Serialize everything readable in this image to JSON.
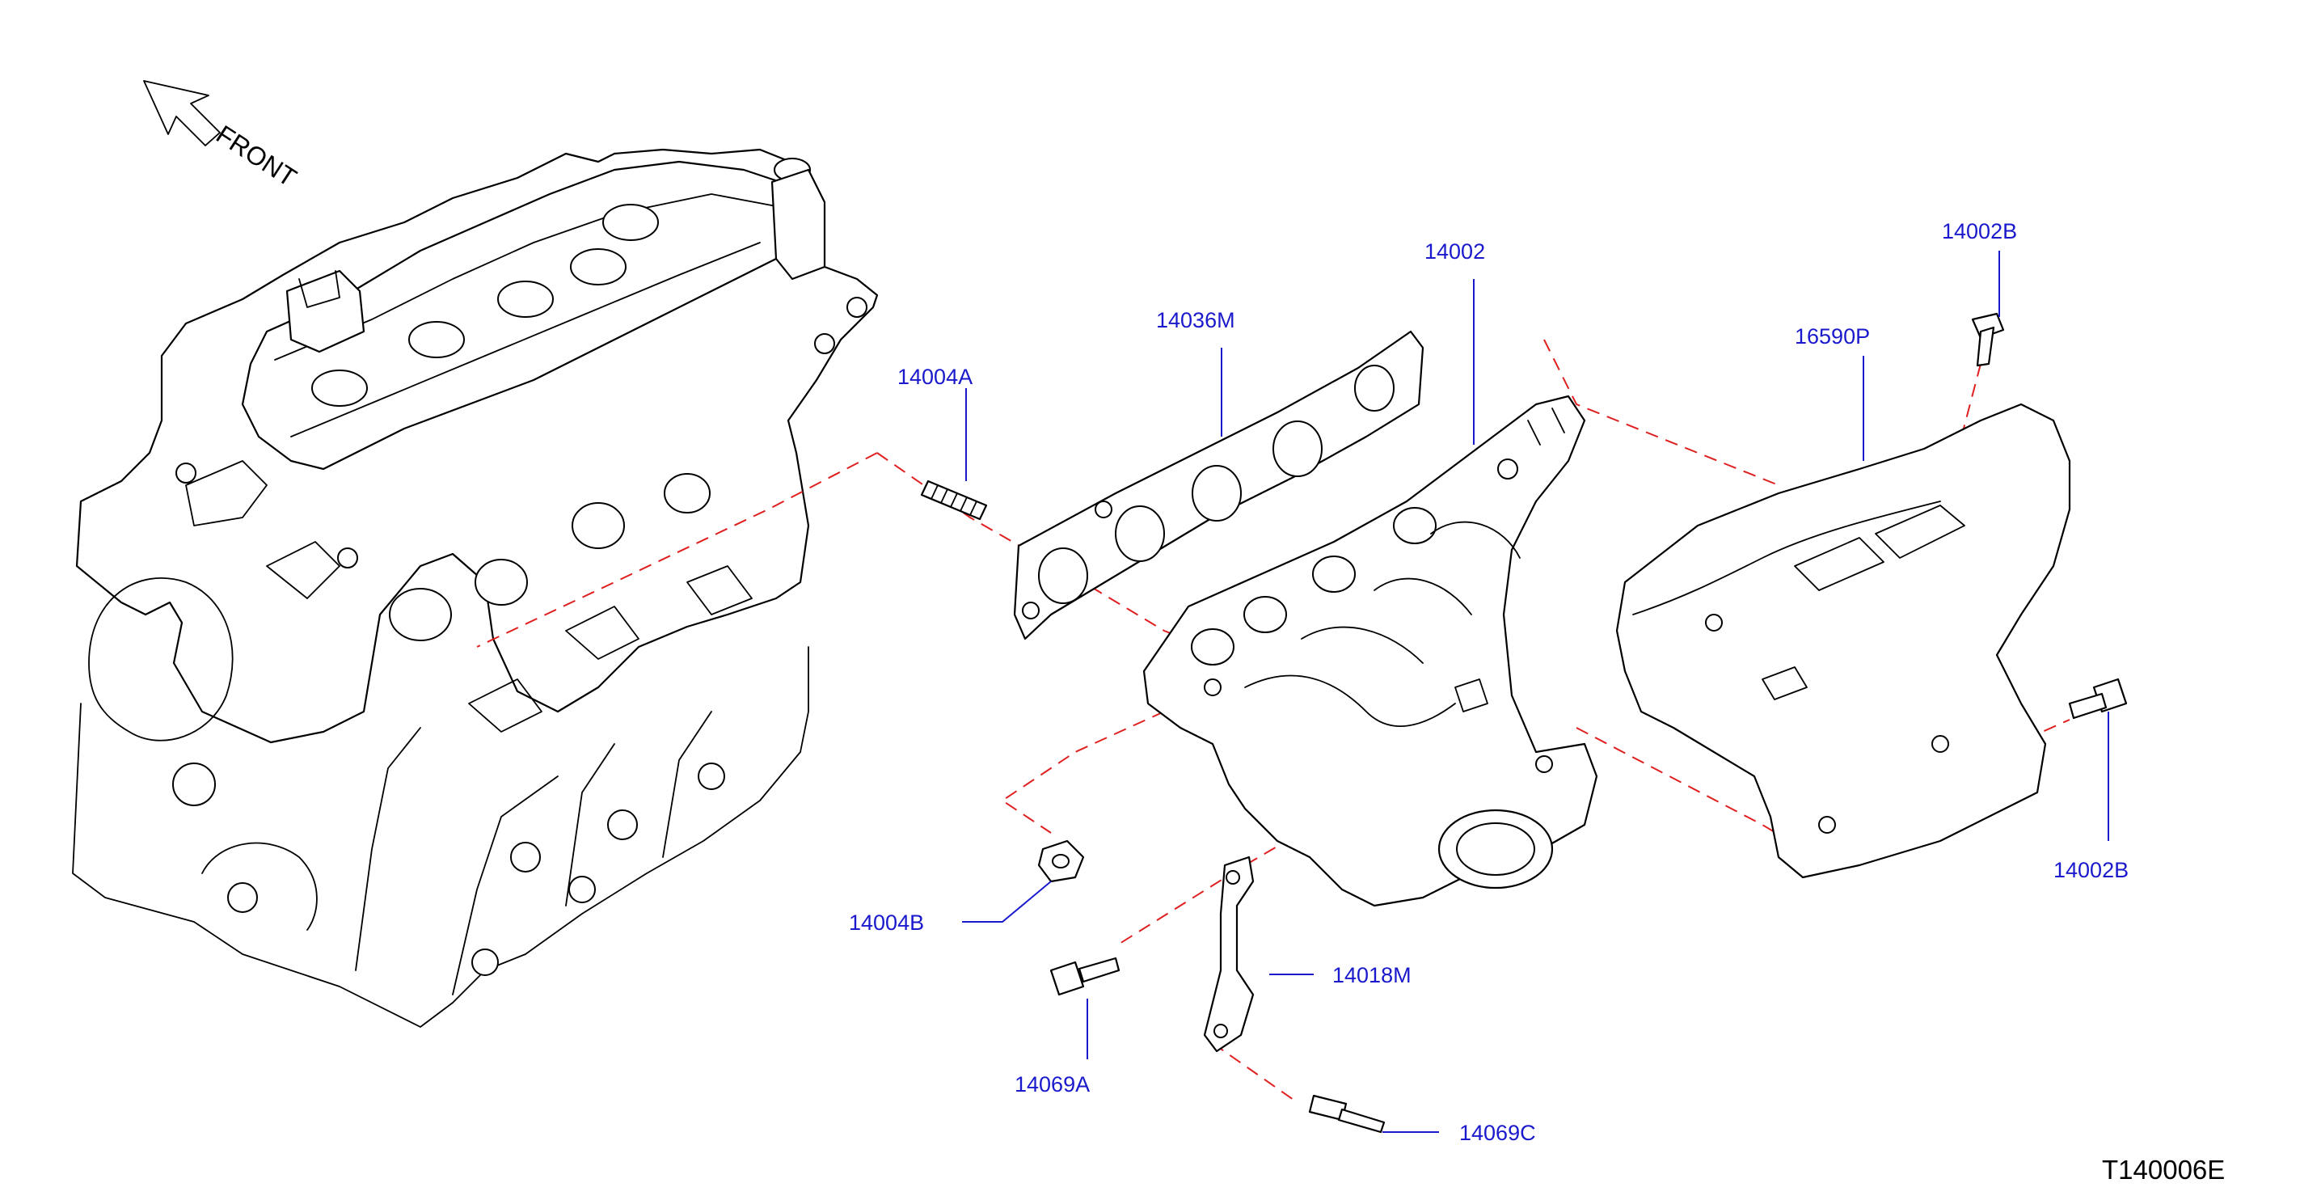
{
  "diagram": {
    "front_label": "FRONT",
    "reference_code": "T140006E",
    "callouts": [
      {
        "id": "14004A",
        "label": "14004A"
      },
      {
        "id": "14036M",
        "label": "14036M"
      },
      {
        "id": "14002",
        "label": "14002"
      },
      {
        "id": "14002B-top",
        "label": "14002B"
      },
      {
        "id": "16590P",
        "label": "16590P"
      },
      {
        "id": "14002B-right",
        "label": "14002B"
      },
      {
        "id": "14004B",
        "label": "14004B"
      },
      {
        "id": "14018M",
        "label": "14018M"
      },
      {
        "id": "14069A",
        "label": "14069A"
      },
      {
        "id": "14069C",
        "label": "14069C"
      }
    ],
    "colors": {
      "callout_text": "#1a1acc",
      "leader_line": "#1a1acc",
      "alignment_dash": "#e02020",
      "line_art": "#000000"
    }
  }
}
